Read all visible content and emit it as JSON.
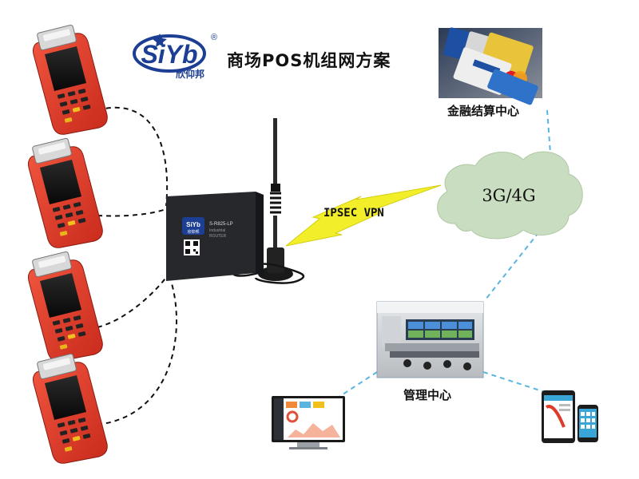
{
  "header": {
    "logo_text": "SiΥb",
    "logo_registered": "®",
    "logo_subtitle": "欣仰邦",
    "title": "商场POS机组网方案"
  },
  "nodes": {
    "finance_center": "金融结算中心",
    "cloud": "3G/4G",
    "management_center": "管理中心",
    "router_brand": "SiYb",
    "router_brand_cn": "欣仰邦",
    "router_model": "S-R825-LP",
    "router_sub": "Industrial",
    "router_sub2": "ROUTER"
  },
  "links": {
    "vpn_label": "IPSEC VPN"
  },
  "colors": {
    "brand_blue": "#1c3f94",
    "pos_red": "#e03a2a",
    "cloud_fill": "#c9ddc0",
    "bolt_yellow": "#f2ee2a",
    "link_blue": "#5ab4e0",
    "pos_link_black": "#111111",
    "router_dark": "#26282c"
  },
  "icons": [
    "pos-terminal-icon",
    "router-icon",
    "antenna-icon",
    "credit-cards-icon",
    "cloud-icon",
    "lightning-bolt-icon",
    "control-room-icon",
    "desktop-monitor-icon",
    "tablet-icon",
    "smartphone-icon"
  ]
}
